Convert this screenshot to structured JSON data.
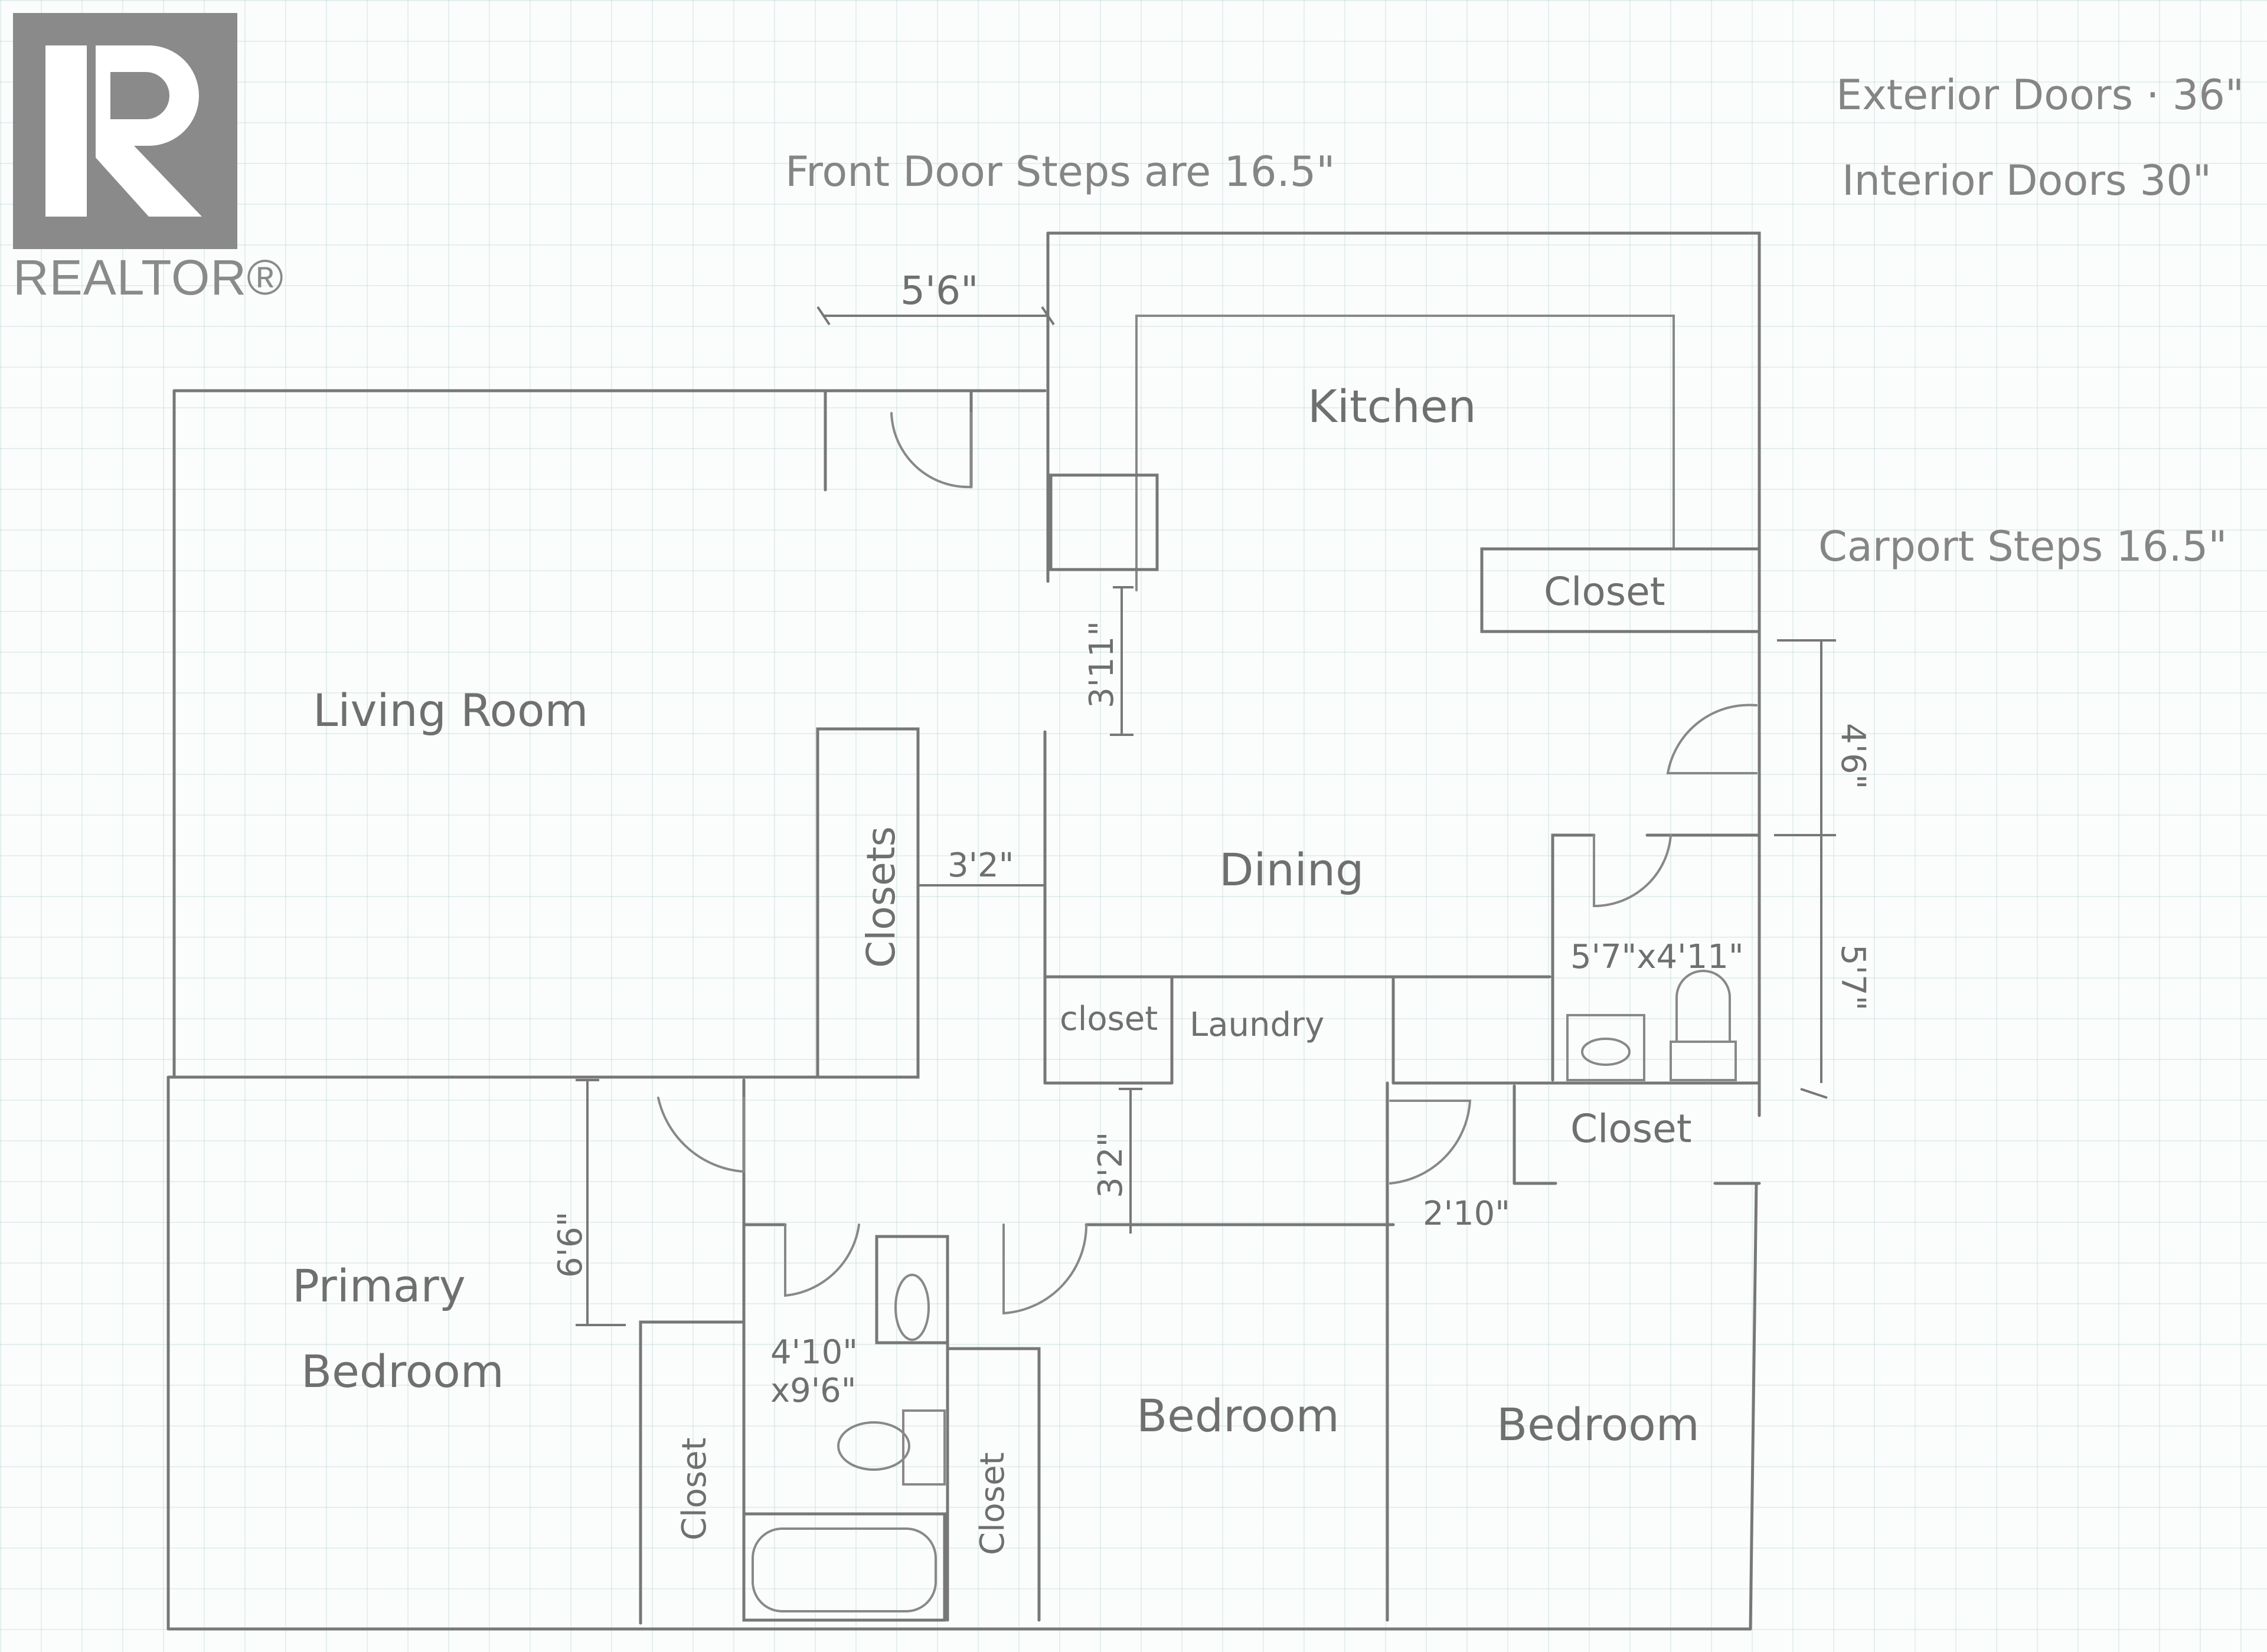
{
  "logo": {
    "text": "REALTOR®"
  },
  "notes": {
    "exterior_doors": "Exterior Doors · 36\"",
    "interior_doors": "Interior Doors 30\"",
    "front_steps": "Front Door Steps are 16.5\"",
    "carport_steps": "Carport Steps 16.5\""
  },
  "rooms": {
    "kitchen": "Kitchen",
    "living_room": "Living Room",
    "dining": "Dining",
    "closet_kitchen": "Closet",
    "closets_hall": "Closets",
    "closet_laundry": "closet",
    "laundry": "Laundry",
    "closet_right": "Closet",
    "primary_1": "Primary",
    "primary_2": "Bedroom",
    "closet_primary": "Closet",
    "closet_middle": "Closet",
    "bedroom_middle": "Bedroom",
    "bedroom_right": "Bedroom"
  },
  "dimensions": {
    "front_door_width": "5'6\"",
    "kitchen_opening": "3'11\"",
    "hall_gap": "3'2\"",
    "carport_upper": "4'6\"",
    "carport_lower": "5'7\"",
    "half_bath": "5'7\"x4'11\"",
    "primary_hall": "6'6\"",
    "hall_to_bedroom": "3'2\"",
    "door_right": "2'10\"",
    "bath_1": "4'10\"",
    "bath_2": "x9'6\""
  }
}
